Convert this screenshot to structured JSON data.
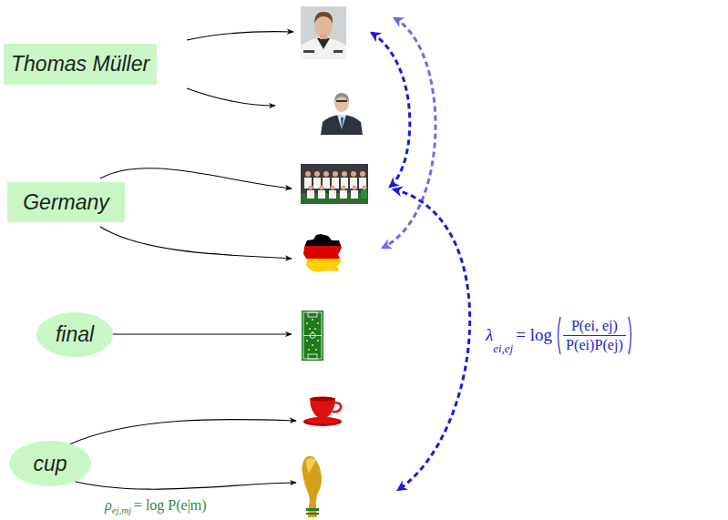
{
  "diagram": {
    "nodes": [
      {
        "text": [
          "Thomas Müller"
        ]
      },
      {
        "text": [
          "Germany"
        ]
      },
      {
        "text": [
          "final"
        ]
      },
      {
        "text": [
          "cup"
        ]
      }
    ],
    "labels": [
      "ρ",
      "ej,mj",
      "= log P(e|m)",
      "λ",
      "ei,ej",
      "= log",
      "P(ei, ej)",
      "P(ei)P(ej)"
    ]
  }
}
